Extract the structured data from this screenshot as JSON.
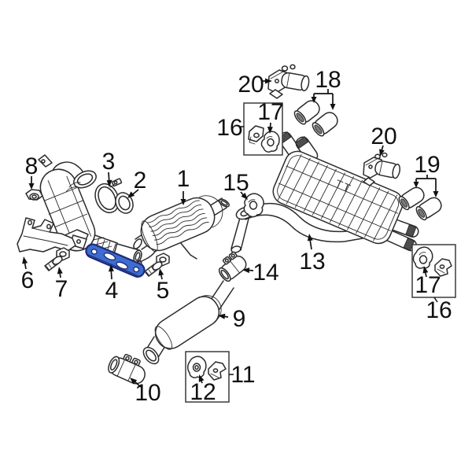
{
  "diagram": {
    "background_color": "#ffffff",
    "line_color": "#2b2b2b",
    "label_color": "#111111",
    "highlight": {
      "part_number": "4",
      "fill": "#3e6ccf",
      "stroke": "#1b2a78"
    },
    "muffler_marking": "TT",
    "callouts": [
      {
        "number": "1"
      },
      {
        "number": "2"
      },
      {
        "number": "3"
      },
      {
        "number": "4"
      },
      {
        "number": "5"
      },
      {
        "number": "6"
      },
      {
        "number": "7"
      },
      {
        "number": "8"
      },
      {
        "number": "9"
      },
      {
        "number": "10"
      },
      {
        "number": "11"
      },
      {
        "number": "12"
      },
      {
        "number": "13"
      },
      {
        "number": "14"
      },
      {
        "number": "15"
      },
      {
        "number": "16"
      },
      {
        "number": "17"
      },
      {
        "number": "18"
      },
      {
        "number": "19"
      },
      {
        "number": "20"
      },
      {
        "number": "20"
      },
      {
        "number": "16"
      },
      {
        "number": "17"
      }
    ]
  }
}
